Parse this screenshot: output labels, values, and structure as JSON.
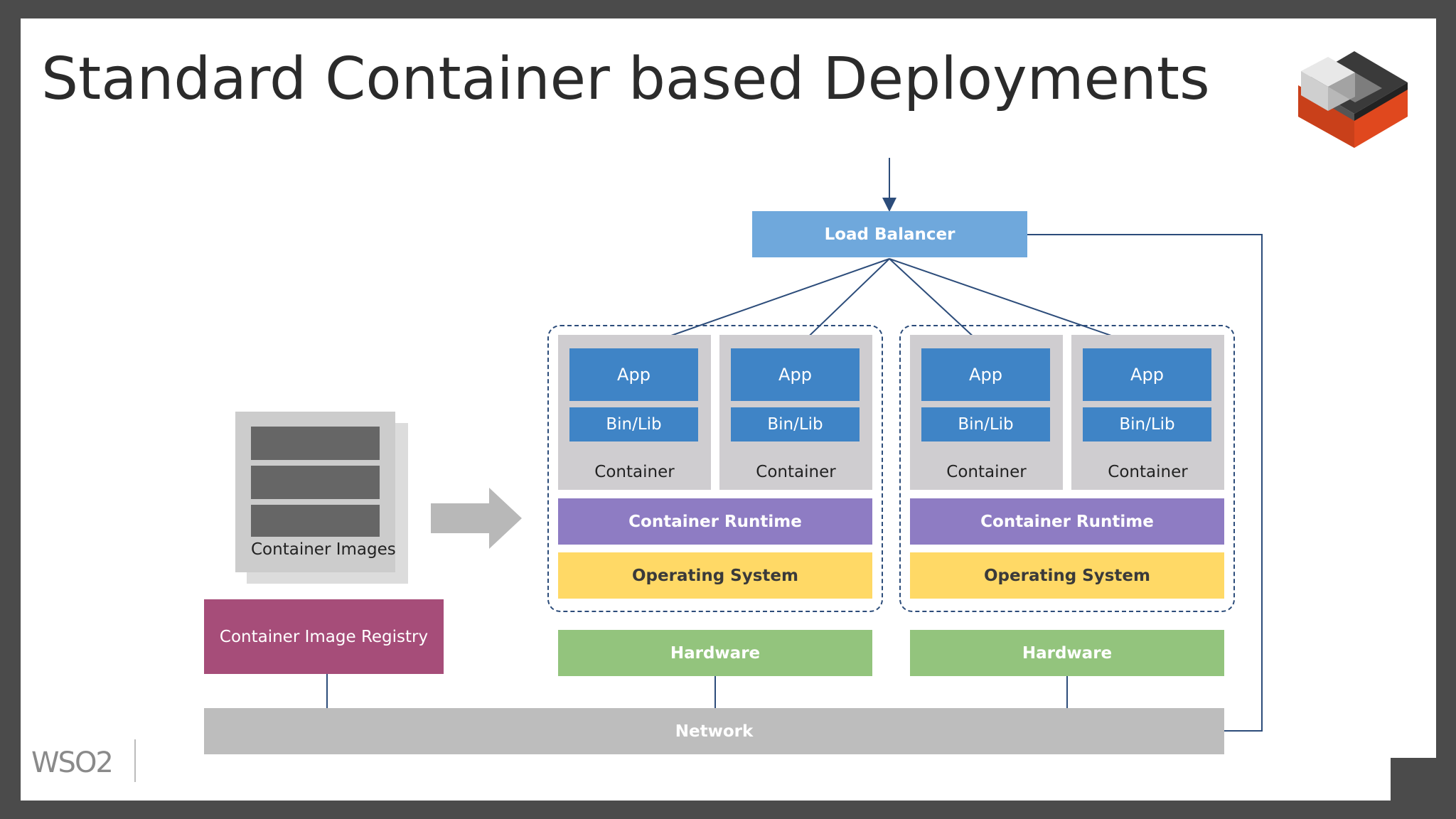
{
  "title": "Standard Container based Deployments",
  "load_balancer": "Load Balancer",
  "hosts": [
    {
      "containers": [
        {
          "app": "App",
          "bin": "Bin/Lib",
          "label": "Container"
        },
        {
          "app": "App",
          "bin": "Bin/Lib",
          "label": "Container"
        }
      ],
      "runtime": "Container Runtime",
      "os": "Operating System",
      "hardware": "Hardware"
    },
    {
      "containers": [
        {
          "app": "App",
          "bin": "Bin/Lib",
          "label": "Container"
        },
        {
          "app": "App",
          "bin": "Bin/Lib",
          "label": "Container"
        }
      ],
      "runtime": "Container Runtime",
      "os": "Operating System",
      "hardware": "Hardware"
    }
  ],
  "container_images": "Container Images",
  "registry": "Container Image Registry",
  "network": "Network",
  "brand": "WSO2",
  "colors": {
    "load_balancer": "#6fa8dc",
    "app": "#3f84c6",
    "runtime": "#8e7cc3",
    "os": "#ffd966",
    "hardware": "#93c47d",
    "network": "#bdbdbd",
    "registry": "#a64d79",
    "connector": "#2c4c7a"
  }
}
